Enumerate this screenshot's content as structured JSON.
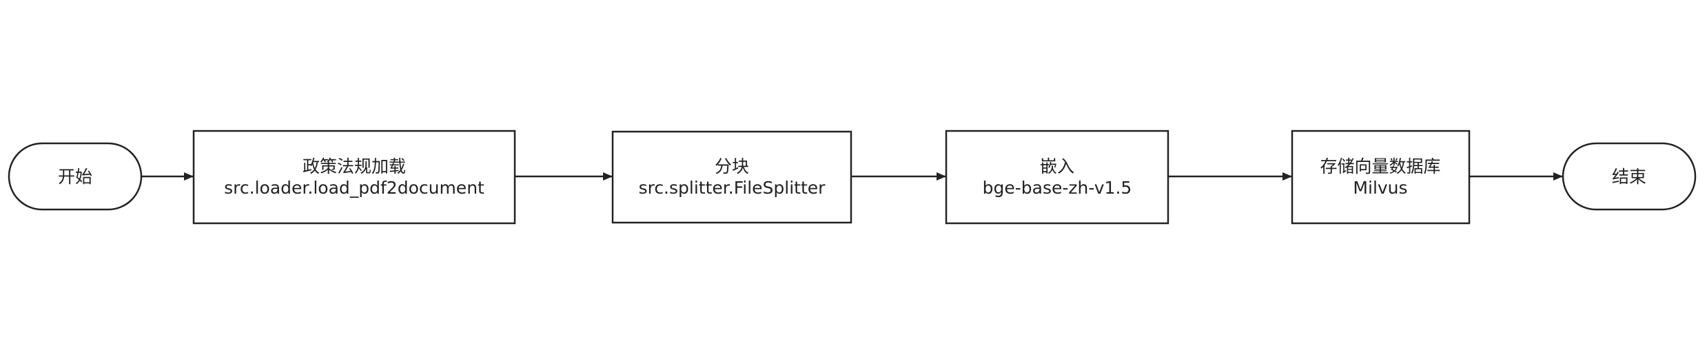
{
  "diagram": {
    "type": "flowchart",
    "direction": "left-to-right",
    "colors": {
      "stroke": "#222222",
      "fill": "#ffffff",
      "text": "#222222"
    },
    "nodes": [
      {
        "id": "start",
        "shape": "terminator",
        "lines": [
          "开始"
        ]
      },
      {
        "id": "load",
        "shape": "process",
        "lines": [
          "政策法规加载",
          "src.loader.load_pdf2document"
        ]
      },
      {
        "id": "split",
        "shape": "process",
        "lines": [
          "分块",
          "src.splitter.FileSplitter"
        ]
      },
      {
        "id": "embed",
        "shape": "process",
        "lines": [
          "嵌入",
          "bge-base-zh-v1.5"
        ]
      },
      {
        "id": "store",
        "shape": "process",
        "lines": [
          "存储向量数据库",
          "Milvus"
        ]
      },
      {
        "id": "end",
        "shape": "terminator",
        "lines": [
          "结束"
        ]
      }
    ],
    "edges": [
      {
        "from": "start",
        "to": "load"
      },
      {
        "from": "load",
        "to": "split"
      },
      {
        "from": "split",
        "to": "embed"
      },
      {
        "from": "embed",
        "to": "store"
      },
      {
        "from": "store",
        "to": "end"
      }
    ]
  }
}
